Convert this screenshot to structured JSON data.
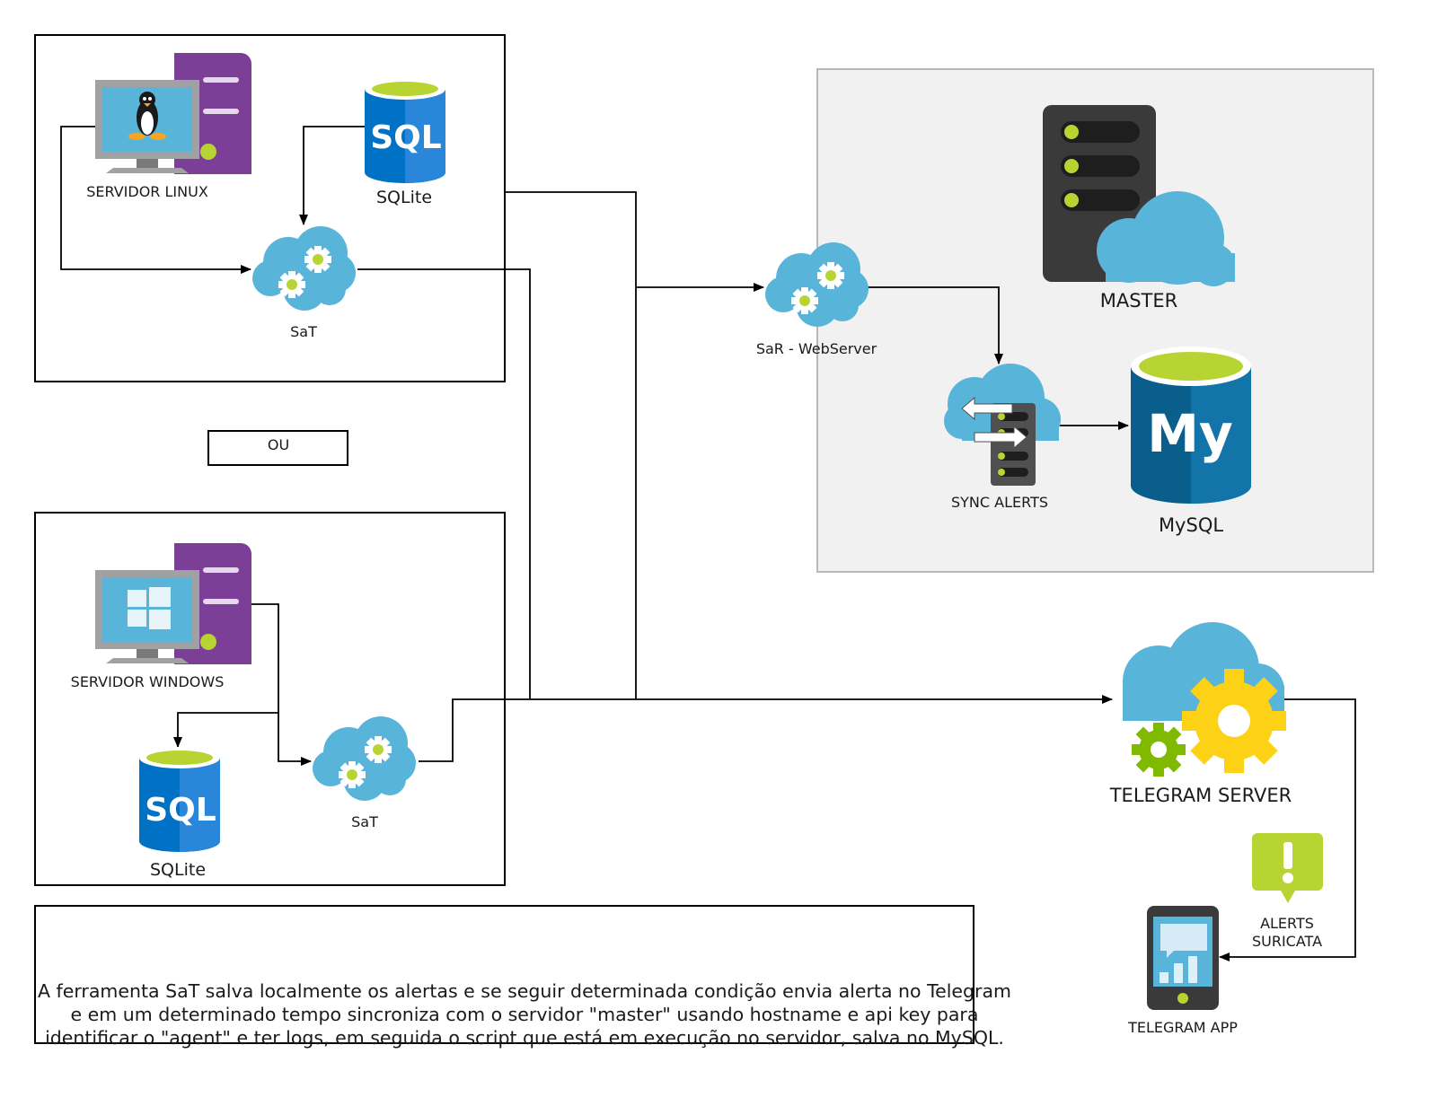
{
  "labels": {
    "linux_server": "SERVIDOR LINUX",
    "sqlite_top": "SQLite",
    "sat_top": "SaT",
    "ou": "OU",
    "windows_server": "SERVIDOR WINDOWS",
    "sqlite_bottom": "SQLite",
    "sat_bottom": "SaT",
    "sar_webserver": "SaR - WebServer",
    "master": "MASTER",
    "sync_alerts": "SYNC ALERTS",
    "mysql": "MySQL",
    "telegram_server": "TELEGRAM SERVER",
    "alerts_suricata_line1": "ALERTS",
    "alerts_suricata_line2": "SURICATA",
    "telegram_app": "TELEGRAM APP",
    "sql_icon_text": "SQL",
    "mysql_icon_text": "My"
  },
  "description": {
    "lines": [
      "A ferramenta SaT salva localmente os alertas e se seguir determinada condição envia alerta no Telegram",
      "e em um determinado tempo sincroniza com o servidor \"master\" usando hostname e api key para",
      "identificar o \"agent\" e ter logs, em seguida o script que está em execução no servidor, salva no MySQL."
    ]
  },
  "icons": [
    "linux-server-icon",
    "windows-server-icon",
    "sql-database-icon",
    "cloud-gears-icon",
    "server-cloud-icon",
    "sync-cloud-icon",
    "mysql-database-icon",
    "telegram-cloud-gear-icon",
    "alert-bubble-icon",
    "mobile-phone-icon"
  ],
  "colors": {
    "purple": "#7c3f98",
    "monitor_blue": "#59b4d9",
    "sql_blue": "#0072c6",
    "lime": "#b8d432",
    "cloud_blue": "#59b4d9",
    "dark_server": "#3a3a3a",
    "mysql_blue": "#0a5e8c",
    "gear_yellow": "#fcd116",
    "gear_green": "#7fba00",
    "panel_gray": "#f1f1f1"
  }
}
